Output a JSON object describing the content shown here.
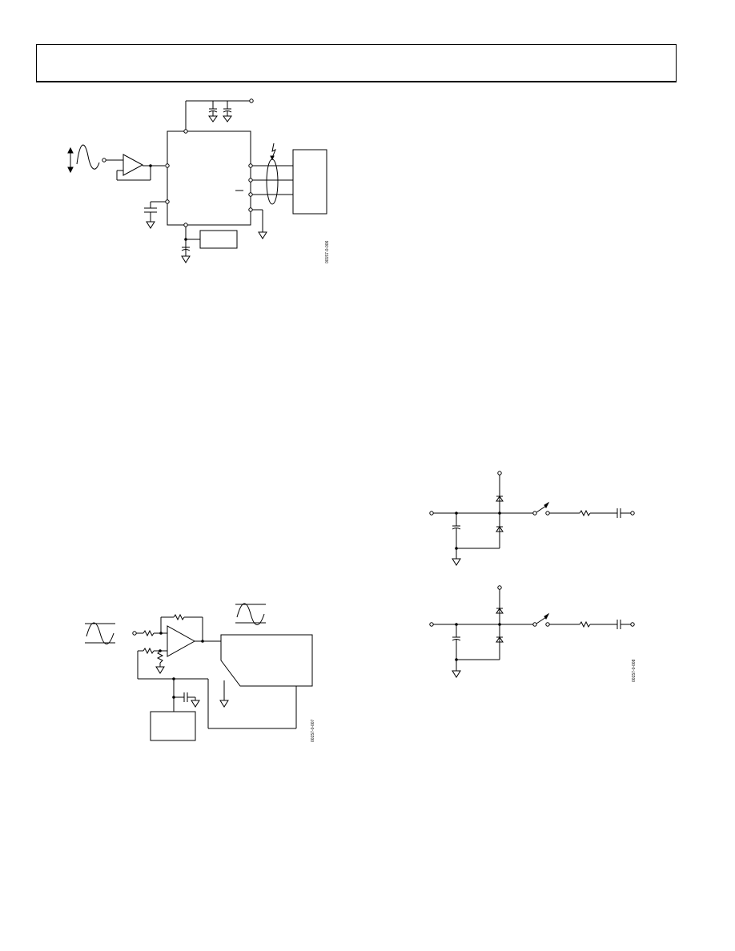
{
  "header": {
    "title": ""
  },
  "figures": [
    {
      "id": "fig-top-left",
      "code": "00157-0-006"
    },
    {
      "id": "fig-bottom-left",
      "code": "00157-0-007"
    },
    {
      "id": "fig-right",
      "code": "00157-0-008"
    }
  ]
}
